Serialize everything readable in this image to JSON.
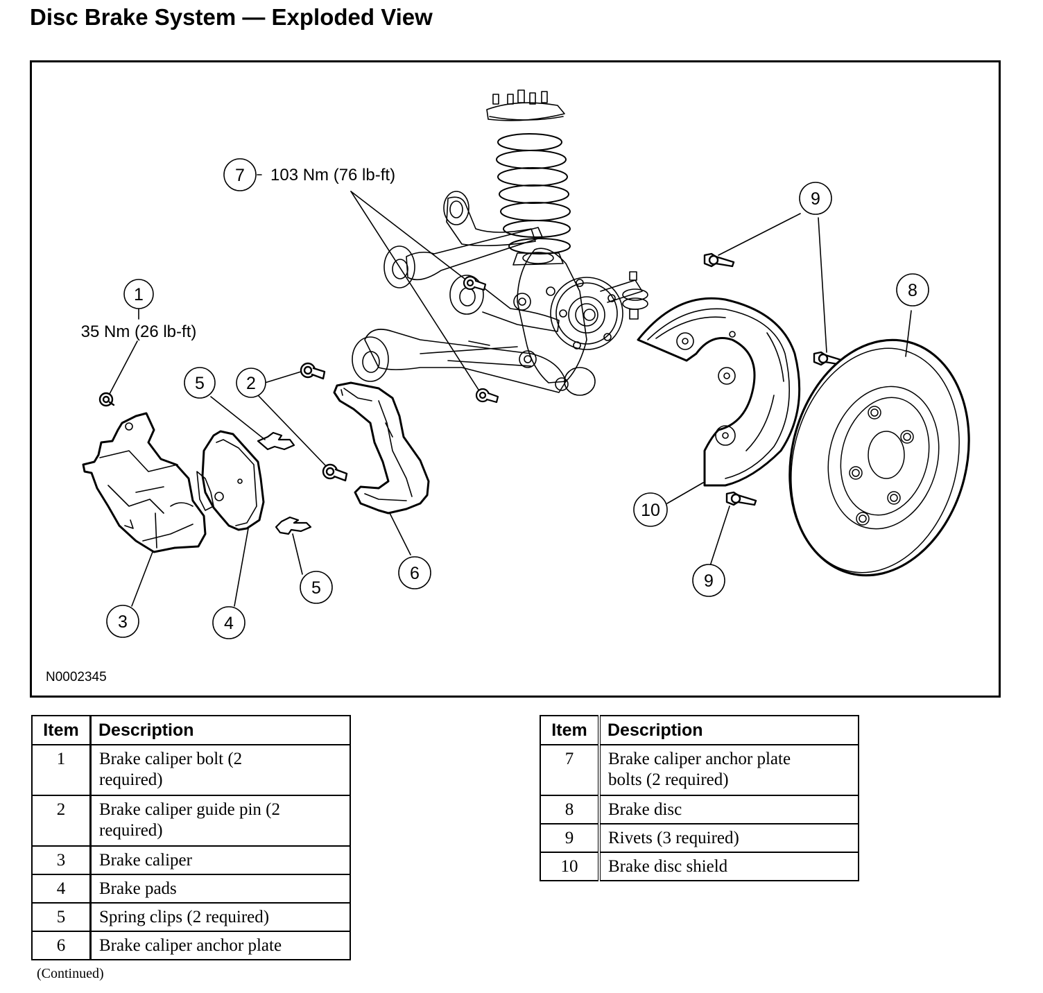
{
  "document": {
    "title": "Disc Brake System — Exploded View",
    "figure_id": "N0002345",
    "continued_note": "(Continued)"
  },
  "diagram": {
    "callouts": [
      {
        "number": "1",
        "torque": "35 Nm (26 lb-ft)",
        "target": "Brake caliper bolt"
      },
      {
        "number": "2",
        "target": "Brake caliper guide pin (upper and lower)"
      },
      {
        "number": "3",
        "target": "Brake caliper"
      },
      {
        "number": "4",
        "target": "Brake pads"
      },
      {
        "number": "5",
        "target": "Spring clip (upper)"
      },
      {
        "number": "5",
        "target": "Spring clip (lower)"
      },
      {
        "number": "6",
        "target": "Brake caliper anchor plate"
      },
      {
        "number": "7",
        "torque": "103 Nm (76 lb-ft)",
        "target": "Anchor plate bolts"
      },
      {
        "number": "8",
        "target": "Brake disc"
      },
      {
        "number": "9",
        "target": "Rivet (top)"
      },
      {
        "number": "9",
        "target": "Rivet (lower)"
      },
      {
        "number": "10",
        "target": "Brake disc shield"
      }
    ]
  },
  "tables": {
    "headers": {
      "item": "Item",
      "description": "Description"
    },
    "left": [
      {
        "item": "1",
        "description": "Brake caliper bolt (2 required)"
      },
      {
        "item": "2",
        "description": "Brake caliper guide pin (2 required)"
      },
      {
        "item": "3",
        "description": "Brake caliper"
      },
      {
        "item": "4",
        "description": "Brake pads"
      },
      {
        "item": "5",
        "description": "Spring clips (2 required)"
      },
      {
        "item": "6",
        "description": "Brake caliper anchor plate"
      }
    ],
    "right": [
      {
        "item": "7",
        "description": "Brake caliper anchor plate bolts (2 required)"
      },
      {
        "item": "8",
        "description": "Brake disc"
      },
      {
        "item": "9",
        "description": "Rivets (3 required)"
      },
      {
        "item": "10",
        "description": "Brake disc shield"
      }
    ]
  }
}
